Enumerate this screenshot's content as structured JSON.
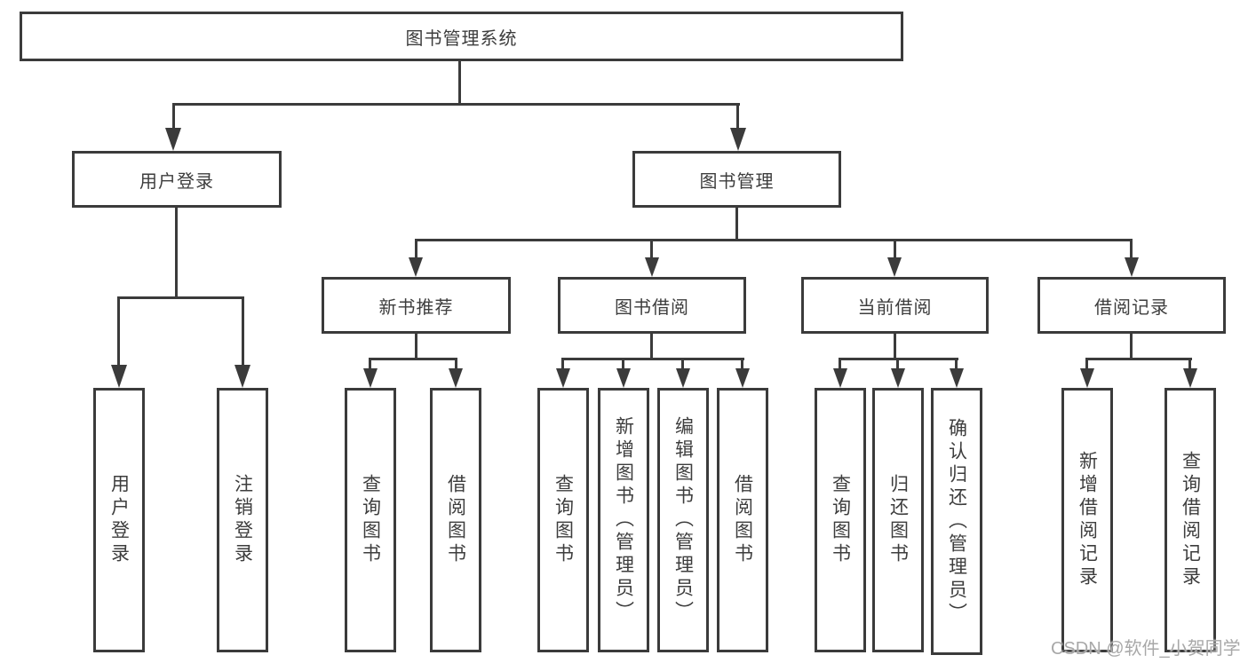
{
  "tree": {
    "root": "图书管理系统",
    "branches": [
      {
        "label": "用户登录",
        "children": [
          "用户登录",
          "注销登录"
        ]
      },
      {
        "label": "图书管理",
        "children": [
          {
            "label": "新书推荐",
            "children": [
              "查询图书",
              "借阅图书"
            ]
          },
          {
            "label": "图书借阅",
            "children": [
              "查询图书",
              "新增图书（管理员）",
              "编辑图书（管理员）",
              "借阅图书"
            ]
          },
          {
            "label": "当前借阅",
            "children": [
              "查询图书",
              "归还图书",
              "确认归还（管理员）"
            ]
          },
          {
            "label": "借阅记录",
            "children": [
              "新增借阅记录",
              "查询借阅记录"
            ]
          }
        ]
      }
    ]
  },
  "watermark": "CSDN @软件_小贺同学",
  "colors": {
    "line": "#3b3b3b",
    "text": "#3d3d3d",
    "watermark": "#a8a8a8",
    "background": "#ffffff"
  }
}
